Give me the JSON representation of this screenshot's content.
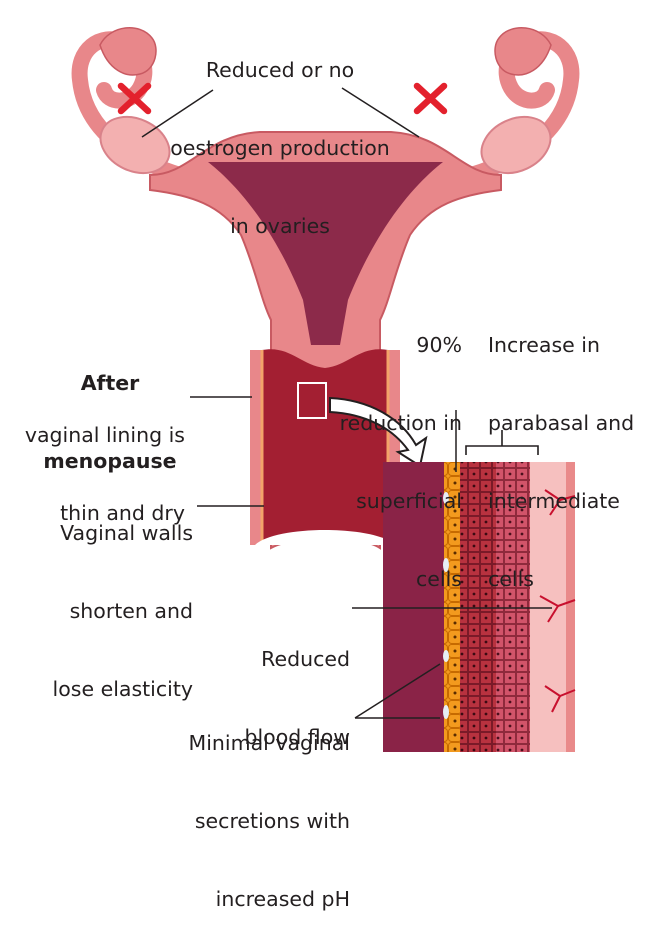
{
  "labels": {
    "ovaries": [
      "Reduced or no",
      "oestrogen production",
      "in ovaries"
    ],
    "after_title": [
      "After",
      "menopause"
    ],
    "lining": [
      "vaginal lining is",
      "thin and dry"
    ],
    "walls": [
      "Vaginal walls",
      "shorten and",
      "lose elasticity"
    ],
    "superficial": [
      "90%",
      "reduction in",
      "superficial",
      "cells"
    ],
    "parabasal": [
      "Increase in",
      "parabasal and",
      "intermediate",
      "cells"
    ],
    "blood": [
      "Reduced",
      "blood flow"
    ],
    "secretions": [
      "Minimal vaginal",
      "secretions with",
      "increased pH"
    ]
  },
  "colors": {
    "uterus_outer": "#e8878a",
    "uterus_light": "#f3b0b0",
    "uterus_cavity": "#8c2a4a",
    "vaginal_canal": "#a31f32",
    "lumen_dark": "#8a2347",
    "superficial_cells": "#f39a1e",
    "basal_cells": "#b8323f",
    "intermediate_cells": "#d2546a",
    "tissue_pink": "#f4b5b5",
    "vessel_red": "#c8102e",
    "cross_mark": "#e3212d",
    "ink": "#231f20"
  },
  "icons": [
    "red-cross-icon",
    "magnify-arrow-icon"
  ]
}
